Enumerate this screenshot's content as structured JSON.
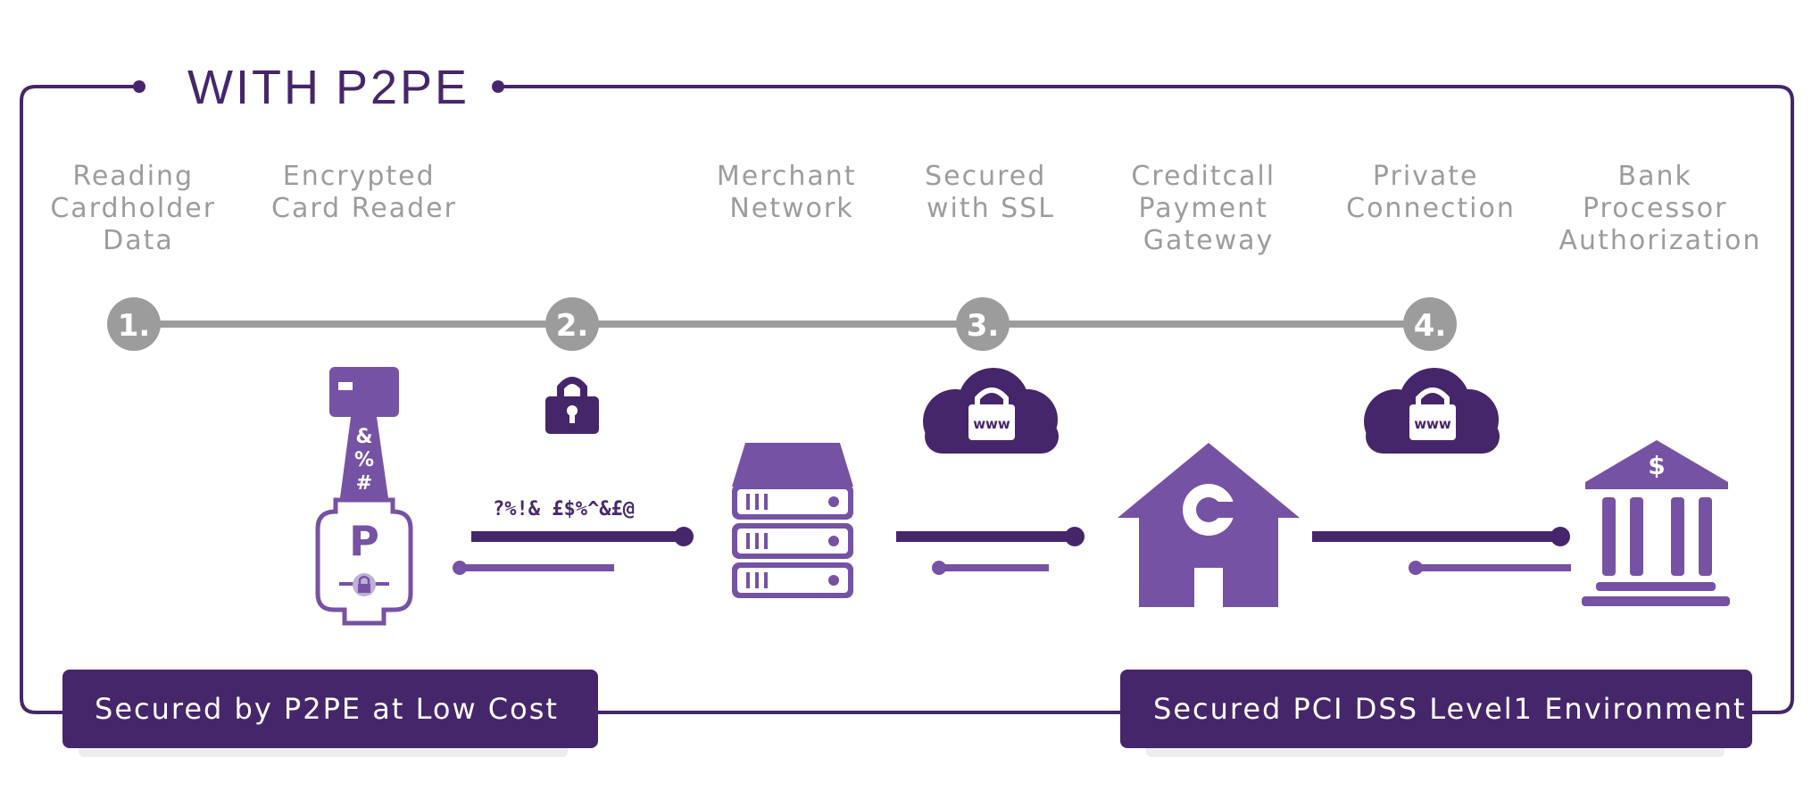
{
  "title": {
    "prefix": "WITH",
    "highlight": "P2PE"
  },
  "columns": [
    {
      "lines": [
        "Reading",
        "Cardholder",
        "Data"
      ]
    },
    {
      "lines": [
        "Encrypted",
        "Card Reader"
      ]
    },
    {
      "lines": [
        "Merchant",
        "Network"
      ]
    },
    {
      "lines": [
        "Secured",
        "with SSL"
      ]
    },
    {
      "lines": [
        "Creditcall",
        "Payment",
        "Gateway"
      ]
    },
    {
      "lines": [
        "Private",
        "Connection"
      ]
    },
    {
      "lines": [
        "Bank",
        "Processor",
        "Authorization"
      ]
    }
  ],
  "steps": [
    "1.",
    "2.",
    "3.",
    "4."
  ],
  "card_reader": {
    "symbols": [
      "&",
      "%",
      "#"
    ],
    "letter": "P"
  },
  "encrypted_text": "?%!& £$%^&£@",
  "cloud_label": "www",
  "gateway_letter": "C",
  "bank_symbol": "$",
  "banners": {
    "left": "Secured by P2PE at Low Cost",
    "right": "Secured PCI DSS Level1 Environment"
  },
  "colors": {
    "dark_purple": "#46266a",
    "purple": "#7652a4",
    "gray": "#9c9c9c",
    "light_gray": "#ededed"
  }
}
